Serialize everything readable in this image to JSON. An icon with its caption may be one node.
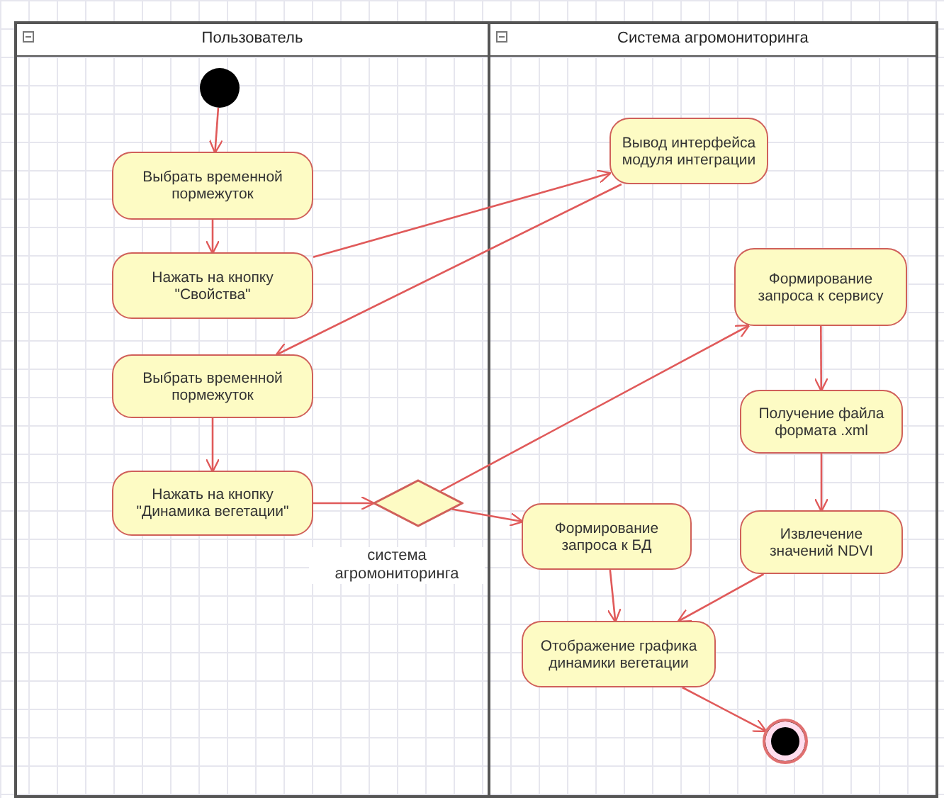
{
  "diagram": {
    "nodes": [
      {
        "text": [
          "Пользователь"
        ]
      },
      {
        "text": [
          "Система агромониторинга"
        ]
      },
      {
        "text": [],
        "shape": "circle",
        "in": 0
      },
      {
        "text": [
          "Выбрать временной пормежуток"
        ],
        "in": 0
      },
      {
        "text": [
          "Нажать на кнопку \"Свойства\""
        ],
        "in": 0
      },
      {
        "text": [
          "Выбрать временной пормежуток"
        ],
        "in": 0
      },
      {
        "text": [
          "Нажать на кнопку \"Динамика вегетации\""
        ],
        "in": 0
      },
      {
        "text": [],
        "shape": "diamond",
        "in": 0
      },
      {
        "text": [
          "Вывод интерфейса модуля интеграции"
        ],
        "in": 1
      },
      {
        "text": [
          "Формирование запроса к сервису"
        ],
        "in": 1
      },
      {
        "text": [
          "Получение файла формата .xml"
        ],
        "in": 1
      },
      {
        "text": [
          "Формирование запроса к БД"
        ],
        "in": 1
      },
      {
        "text": [
          "Извлечение значений NDVI"
        ],
        "in": 1
      },
      {
        "text": [
          "Отображение графика динамики вегетации"
        ],
        "in": 1
      },
      {
        "text": [],
        "shape": "circle",
        "in": 1
      }
    ],
    "edges": [
      {
        "from": 2,
        "to": 3,
        "arrow": "to"
      },
      {
        "from": 3,
        "to": 4,
        "arrow": "to"
      },
      {
        "from": 4,
        "to": 8,
        "arrow": "to"
      },
      {
        "from": 8,
        "to": 5,
        "arrow": "to"
      },
      {
        "from": 5,
        "to": 6,
        "arrow": "to"
      },
      {
        "from": 6,
        "to": 7,
        "arrow": "to"
      },
      {
        "from": 7,
        "to": 9,
        "arrow": "to"
      },
      {
        "from": 7,
        "to": 11,
        "arrow": "to",
        "label": "система агромониторинга"
      },
      {
        "from": 9,
        "to": 10,
        "arrow": "to"
      },
      {
        "from": 10,
        "to": 12,
        "arrow": "to"
      },
      {
        "from": 11,
        "to": 13,
        "arrow": "to"
      },
      {
        "from": 12,
        "to": 13,
        "arrow": "to"
      },
      {
        "from": 13,
        "to": 14,
        "arrow": "to"
      }
    ]
  }
}
